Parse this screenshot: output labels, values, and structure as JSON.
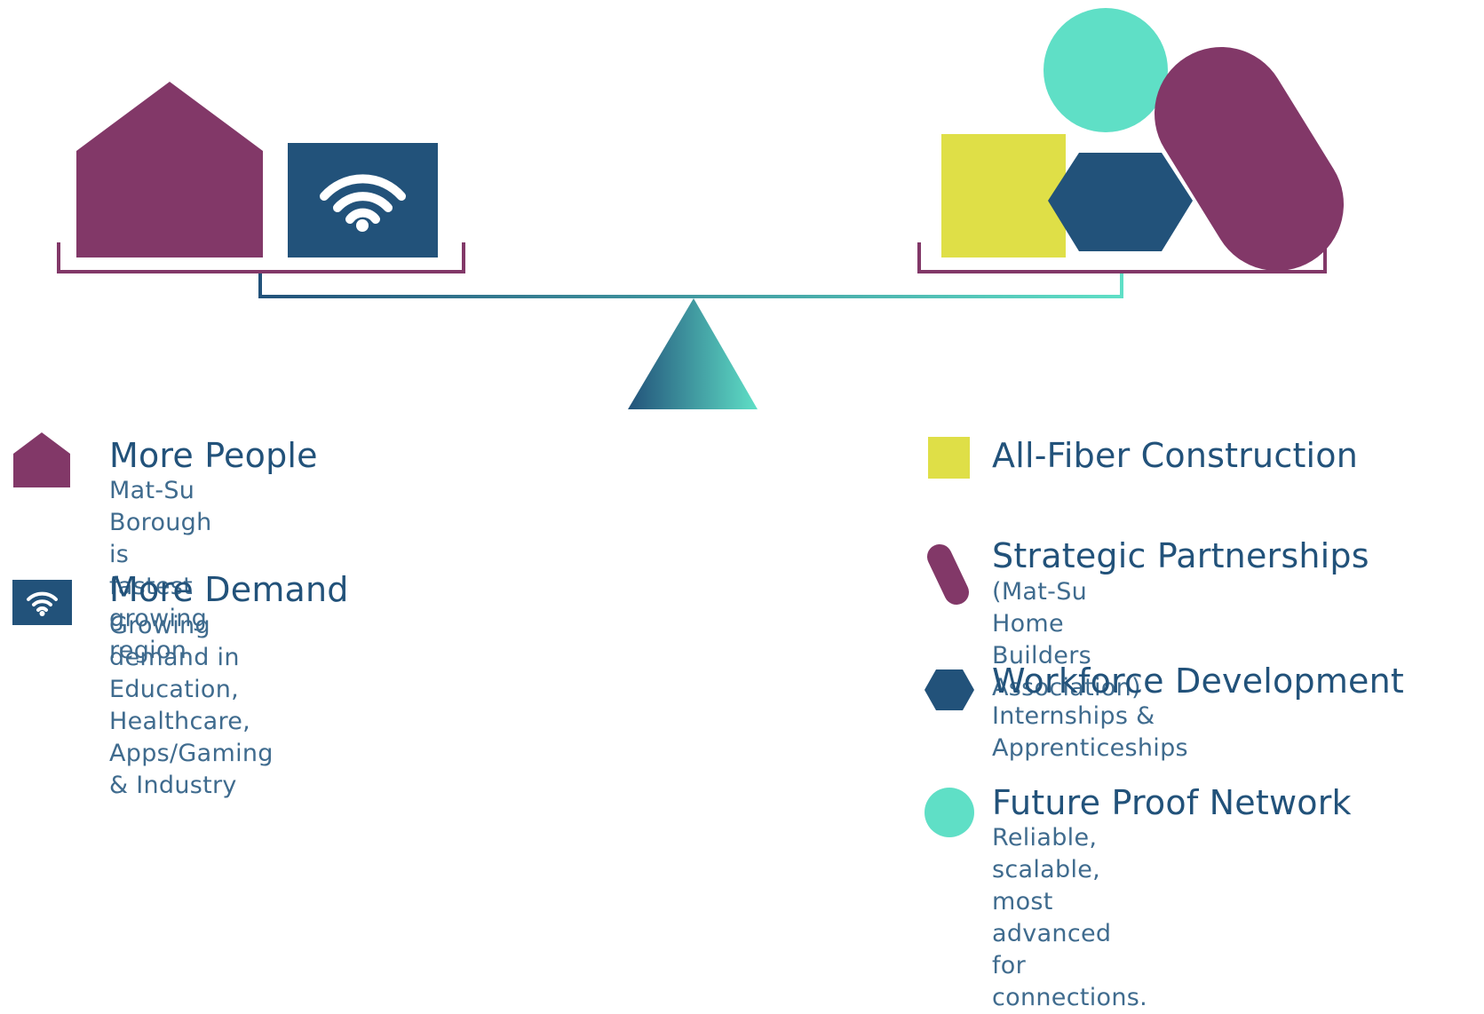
{
  "colors": {
    "purple": "#823868",
    "navy": "#22527a",
    "teal": "#5fdfc6",
    "yellow": "#dfdf47",
    "white": "#ffffff"
  },
  "left_items": [
    {
      "icon": "house-icon",
      "title": "More People",
      "description": "Mat-Su Borough is fastest\ngrowing region"
    },
    {
      "icon": "wifi-icon",
      "title": "More Demand",
      "description": "Growing demand in Education,\nHealthcare, Apps/Gaming & Industry"
    }
  ],
  "right_items": [
    {
      "icon": "square-icon",
      "title": "All-Fiber Construction",
      "description": ""
    },
    {
      "icon": "pill-icon",
      "title": "Strategic Partnerships",
      "description": "(Mat-Su Home Builders Association)"
    },
    {
      "icon": "hexagon-icon",
      "title": "Workforce Development",
      "description": "Internships & Apprenticeships"
    },
    {
      "icon": "circle-icon",
      "title": "Future Proof Network",
      "description": "Reliable, scalable, most advanced for\nconnections."
    }
  ]
}
